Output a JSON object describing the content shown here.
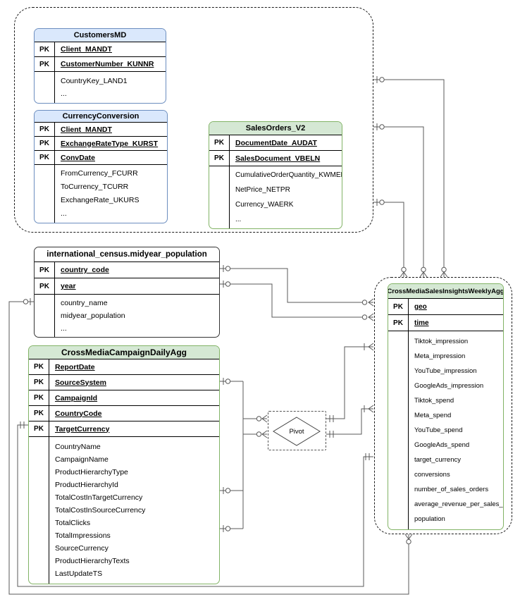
{
  "labels": {
    "pk": "PK",
    "pivot": "Pivot"
  },
  "colors": {
    "blue_header": "#dae8fc",
    "blue_border": "#6c8ebf",
    "green_header": "#d5e8d4",
    "green_border": "#82b366",
    "line": "#595959"
  },
  "tables": {
    "customers_md": {
      "name": "CustomersMD",
      "pk_fields": [
        "Client_MANDT",
        "CustomerNumber_KUNNR"
      ],
      "fields": [
        "CountryKey_LAND1",
        "..."
      ]
    },
    "currency_conversion": {
      "name": "CurrencyConversion",
      "pk_fields": [
        "Client_MANDT",
        "ExchangeRateType_KURST",
        "ConvDate"
      ],
      "fields": [
        "FromCurrency_FCURR",
        "ToCurrency_TCURR",
        "ExchangeRate_UKURS",
        "..."
      ]
    },
    "sales_orders": {
      "name": "SalesOrders_V2",
      "pk_fields": [
        "DocumentDate_AUDAT",
        "SalesDocument_VBELN"
      ],
      "fields": [
        "CumulativeOrderQuantity_KWMENG",
        "NetPrice_NETPR",
        "Currency_WAERK",
        "..."
      ]
    },
    "census": {
      "name": "international_census.midyear_population",
      "pk_fields": [
        "country_code",
        "year"
      ],
      "fields": [
        "country_name",
        "midyear_population",
        "..."
      ]
    },
    "campaign_daily": {
      "name": "CrossMediaCampaignDailyAgg",
      "pk_fields": [
        "ReportDate",
        "SourceSystem",
        "CampaignId",
        "CountryCode",
        "TargetCurrency"
      ],
      "fields": [
        "CountryName",
        "CampaignName",
        "ProductHierarchyType",
        "ProductHierarchyId",
        "TotalCostInTargetCurrency",
        "TotalCostInSourceCurrency",
        "TotalClicks",
        "TotalImpressions",
        "SourceCurrency",
        "ProductHierarchyTexts",
        "LastUpdateTS"
      ]
    },
    "weekly_agg": {
      "name": "CrossMediaSalesInsightsWeeklyAgg",
      "pk_fields": [
        "geo",
        "time"
      ],
      "fields": [
        "Tiktok_impression",
        "Meta_impression",
        "YouTube_impression",
        "GoogleAds_impression",
        "Tiktok_spend",
        "Meta_spend",
        "YouTube_spend",
        "GoogleAds_spend",
        "target_currency",
        "conversions",
        "number_of_sales_orders",
        "average_revenue_per_sales_order",
        "population"
      ]
    }
  }
}
